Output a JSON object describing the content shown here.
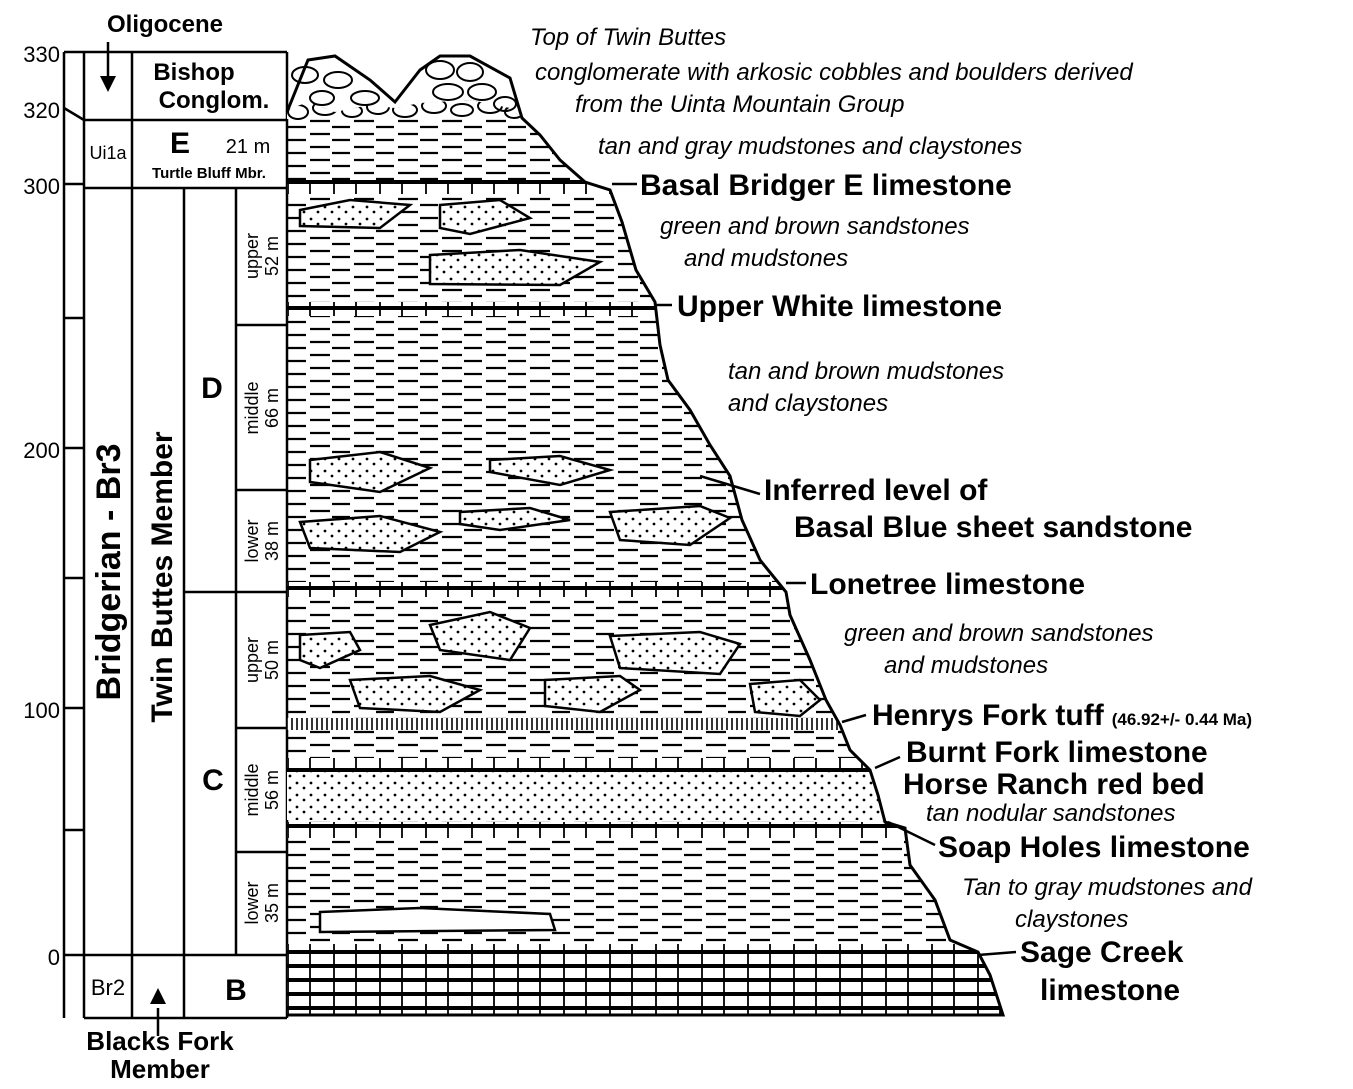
{
  "scale": {
    "ticks": [
      "330",
      "320",
      "300",
      "200",
      "100",
      "0"
    ]
  },
  "epoch": {
    "oligocene": "Oligocene",
    "bishop_line1": "Bishop",
    "bishop_line2": "Conglom.",
    "ui1a": "Ui1a",
    "br2": "Br2",
    "bridgerian": "Bridgerian - Br3",
    "twin_buttes": "Twin Buttes Member",
    "blacks_fork_line1": "Blacks Fork",
    "blacks_fork_line2": "Member"
  },
  "units": {
    "E": "E",
    "E_thickness": "21 m",
    "E_member": "Turtle Bluff Mbr.",
    "D": "D",
    "C": "C",
    "B": "B",
    "D_upper": "upper",
    "D_upper_m": "52 m",
    "D_middle": "middle",
    "D_middle_m": "66 m",
    "D_lower": "lower",
    "D_lower_m": "38 m",
    "C_upper": "upper",
    "C_upper_m": "50 m",
    "C_middle": "middle",
    "C_middle_m": "56 m",
    "C_lower": "lower",
    "C_lower_m": "35 m"
  },
  "markers": {
    "basal_bridger": "Basal Bridger E limestone",
    "upper_white": "Upper White limestone",
    "inferred_line1": "Inferred level of",
    "inferred_line2": "Basal Blue sheet sandstone",
    "lonetree": "Lonetree limestone",
    "henrys_fork": "Henrys Fork tuff",
    "henrys_fork_age": "(46.92+/- 0.44 Ma)",
    "burnt_fork": "Burnt Fork limestone",
    "horse_ranch": "Horse Ranch red bed",
    "soap_holes": "Soap Holes limestone",
    "sage_creek_line1": "Sage Creek",
    "sage_creek_line2": "limestone"
  },
  "descriptions": {
    "top_twin_buttes": "Top of Twin Buttes",
    "conglom_line1": "conglomerate with arkosic cobbles and boulders derived",
    "conglom_line2": "from the Uinta Mountain Group",
    "tan_gray_mud": "tan and gray mudstones and claystones",
    "green_brown_1_line1": "green and brown sandstones",
    "green_brown_1_line2": "and mudstones",
    "tan_brown_line1": "tan and brown mudstones",
    "tan_brown_line2": "and claystones",
    "green_brown_2_line1": "green and brown sandstones",
    "green_brown_2_line2": "and mudstones",
    "tan_nodular": "tan nodular sandstones",
    "tan_gray_line1": "Tan to gray mudstones and",
    "tan_gray_line2": "claystones"
  }
}
